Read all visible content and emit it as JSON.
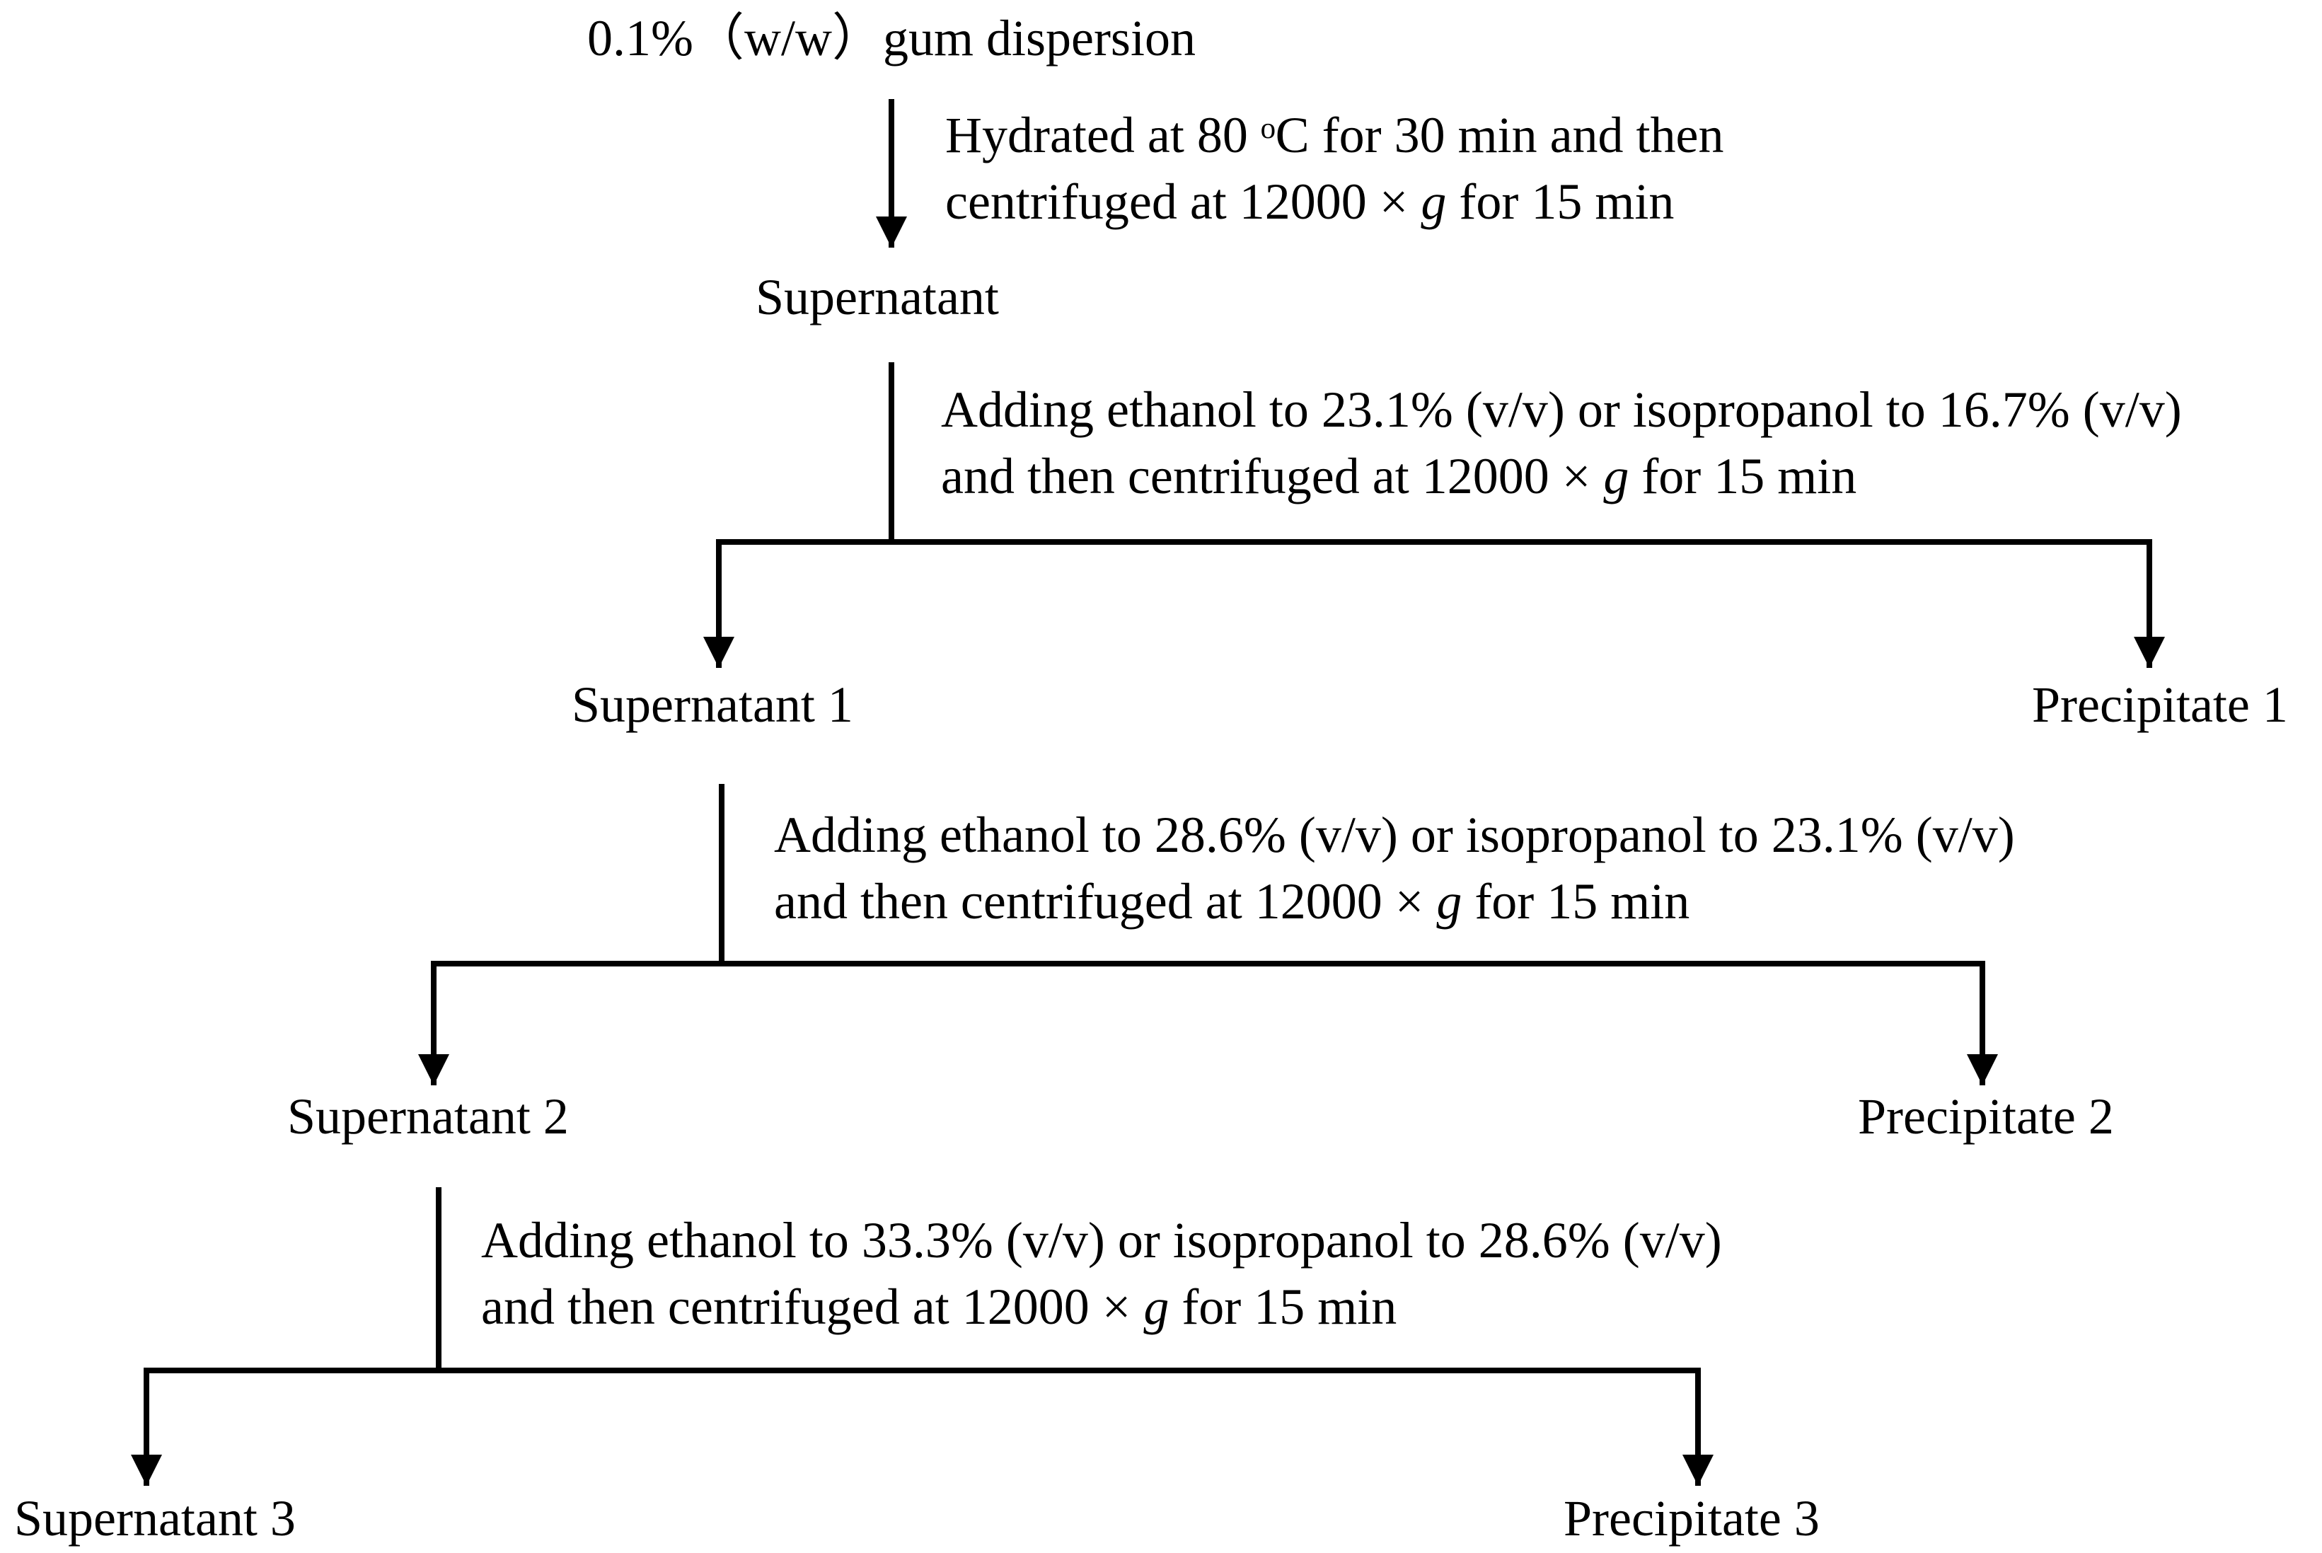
{
  "start_label": "0.1%（w/w）gum dispersion",
  "steps": [
    {
      "line1": "Hydrated at 80 ᵒC for 30 min and then",
      "line2_pre": "centrifuged at 12000 × ",
      "line2_g": "g",
      "line2_post": " for 15 min"
    },
    {
      "line1": "Adding ethanol to 23.1% (v/v) or isopropanol to 16.7% (v/v)",
      "line2_pre": "and then centrifuged at 12000 × ",
      "line2_g": "g",
      "line2_post": " for 15 min"
    },
    {
      "line1": "Adding ethanol to 28.6% (v/v) or isopropanol to 23.1% (v/v)",
      "line2_pre": "and then centrifuged at 12000 × ",
      "line2_g": "g",
      "line2_post": " for 15 min"
    },
    {
      "line1": "Adding ethanol to 33.3% (v/v) or isopropanol to 28.6% (v/v)",
      "line2_pre": "and then centrifuged at 12000 × ",
      "line2_g": "g",
      "line2_post": " for 15 min"
    }
  ],
  "nodes": {
    "supernatant": "Supernatant",
    "supernatant_1": "Supernatant 1",
    "precipitate_1": "Precipitate 1",
    "supernatant_2": "Supernatant 2",
    "precipitate_2": "Precipitate 2",
    "supernatant_3": "Supernatant 3",
    "precipitate_3": "Precipitate 3"
  },
  "colors": {
    "text": "#000000",
    "lines": "#000000",
    "background": "#ffffff"
  }
}
